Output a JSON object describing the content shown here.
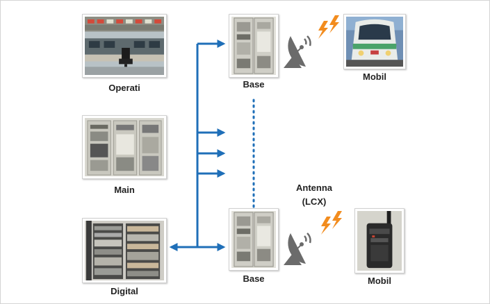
{
  "labels": {
    "operation": "Operati",
    "main": "Main",
    "digital": "Digital",
    "base_top": "Base",
    "base_bottom": "Base",
    "mobile_top": "Mobil",
    "mobile_bottom": "Mobil",
    "antenna_line1": "Antenna",
    "antenna_line2": "(LCX)"
  },
  "icons": {
    "photo_operation": "operation-room-photo",
    "photo_main": "main-rack-photo",
    "photo_digital": "digital-rack-photo",
    "photo_base": "base-station-photo",
    "photo_train": "train-photo",
    "photo_handheld": "handheld-radio-photo",
    "antenna": "satellite-dish-icon",
    "signal": "lightning-icon"
  },
  "colors": {
    "arrow": "#1f6fb8",
    "lightning": "#f28c1e",
    "dish": "#6b6b6b"
  }
}
